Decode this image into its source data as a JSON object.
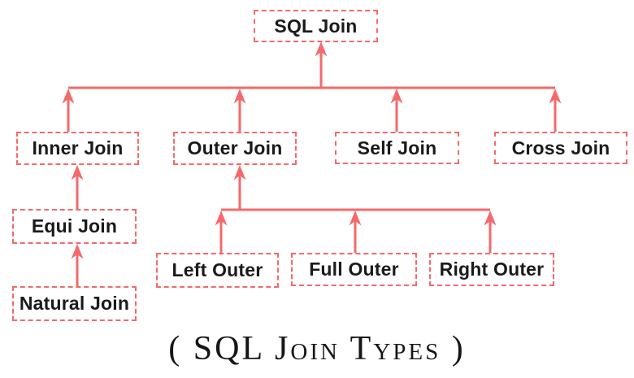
{
  "diagram": {
    "title": "( SQL Join Types )",
    "colors": {
      "accent": "#f5696a",
      "text": "#1a1a1a"
    },
    "nodes": [
      {
        "id": "sql-join",
        "label": "SQL Join"
      },
      {
        "id": "inner-join",
        "label": "Inner Join"
      },
      {
        "id": "outer-join",
        "label": "Outer Join"
      },
      {
        "id": "self-join",
        "label": "Self Join"
      },
      {
        "id": "cross-join",
        "label": "Cross Join"
      },
      {
        "id": "equi-join",
        "label": "Equi Join"
      },
      {
        "id": "natural-join",
        "label": "Natural Join"
      },
      {
        "id": "left-outer",
        "label": "Left Outer"
      },
      {
        "id": "full-outer",
        "label": "Full Outer"
      },
      {
        "id": "right-outer",
        "label": "Right Outer"
      }
    ],
    "edges": [
      {
        "from": "inner-join",
        "to": "sql-join"
      },
      {
        "from": "outer-join",
        "to": "sql-join"
      },
      {
        "from": "self-join",
        "to": "sql-join"
      },
      {
        "from": "cross-join",
        "to": "sql-join"
      },
      {
        "from": "equi-join",
        "to": "inner-join"
      },
      {
        "from": "natural-join",
        "to": "equi-join"
      },
      {
        "from": "left-outer",
        "to": "outer-join"
      },
      {
        "from": "full-outer",
        "to": "outer-join"
      },
      {
        "from": "right-outer",
        "to": "outer-join"
      }
    ]
  }
}
